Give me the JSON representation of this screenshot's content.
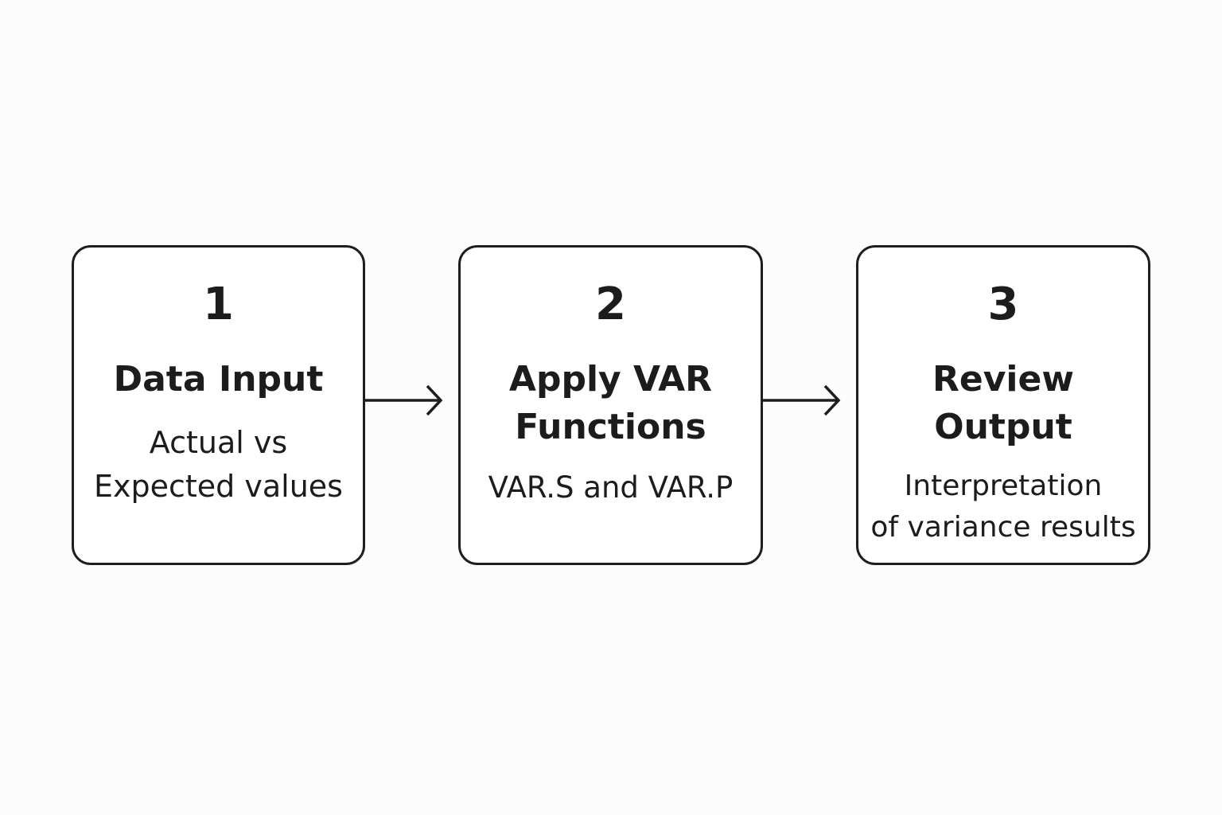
{
  "steps": [
    {
      "number": "1",
      "title": "Data Input",
      "description": "Actual vs\nExpected values"
    },
    {
      "number": "2",
      "title": "Apply VAR\nFunctions",
      "description": "VAR.S and VAR.P"
    },
    {
      "number": "3",
      "title": "Review\nOutput",
      "description": "Interpretation\nof variance results"
    }
  ],
  "connectors": [
    {
      "from": "1",
      "to": "2",
      "icon": "arrow-right-icon"
    },
    {
      "from": "2",
      "to": "3",
      "icon": "arrow-right-icon"
    }
  ],
  "colors": {
    "background": "#fcfcfc",
    "box_border": "#1e1e1e",
    "text": "#1c1c1c",
    "arrow": "#1e1e1e"
  }
}
